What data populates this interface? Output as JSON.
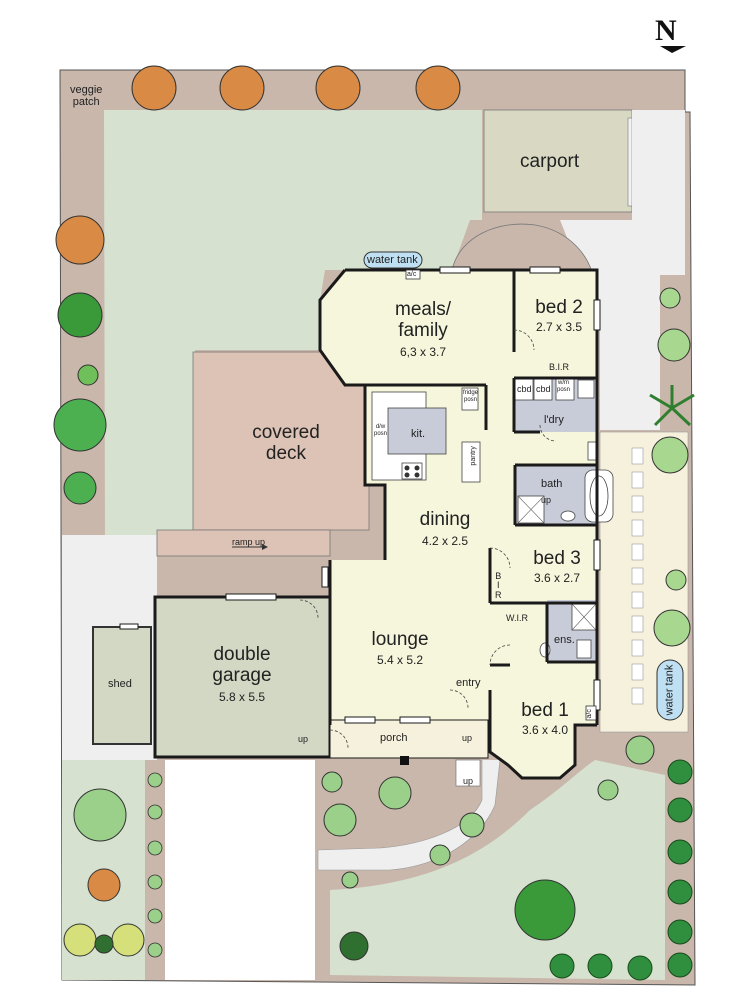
{
  "compass": {
    "north": "N"
  },
  "outdoor": {
    "veggie_patch": "veggie\npatch",
    "carport": "carport",
    "shed": "shed",
    "water_tank_top": "water tank",
    "water_tank_side": "water tank",
    "ramp": "ramp up",
    "ac_top": "a/c",
    "ac_side": "a/c"
  },
  "rooms": {
    "meals": {
      "name": "meals/\nfamily",
      "dims": "6,3 x 3.7"
    },
    "bed2": {
      "name": "bed 2",
      "dims": "2.7 x 3.5"
    },
    "covered_deck": {
      "name": "covered\ndeck"
    },
    "kitchen": {
      "name": "kit."
    },
    "dining": {
      "name": "dining",
      "dims": "4.2 x 2.5"
    },
    "bed3": {
      "name": "bed 3",
      "dims": "3.6 x 2.7"
    },
    "lounge": {
      "name": "lounge",
      "dims": "5.4 x 5.2"
    },
    "garage": {
      "name": "double\ngarage",
      "dims": "5.8 x 5.5"
    },
    "bed1": {
      "name": "bed 1",
      "dims": "3.6 x 4.0"
    },
    "laundry": {
      "name": "l'dry"
    },
    "bath": {
      "name": "bath"
    },
    "ensuite": {
      "name": "ens."
    },
    "entry": {
      "name": "entry"
    },
    "porch": {
      "name": "porch"
    }
  },
  "fixtures": {
    "bir_bed2": "B.I.R",
    "bir_bed3": "B\nI\nR",
    "wir": "W.I.R",
    "cbd1": "cbd",
    "cbd2": "cbd",
    "wm_posn": "w/m\nposn",
    "pantry": "pantry",
    "fridge": "fridge\nposn",
    "dishwasher": "d/w\nposn"
  },
  "steps": {
    "up_garage": "up",
    "up_porch": "up",
    "up_path": "up",
    "up_bath": "up"
  },
  "colors": {
    "border_path": "#c9b7ab",
    "lawn": "#d6e2cf",
    "house_floor": "#f6f6dc",
    "deck": "#dcc3b6",
    "garage": "#d2d8c4",
    "carport": "#d9d9c3",
    "paving": "#efefef",
    "wet_area": "#c8ccd8",
    "side_path": "#f6f1dc",
    "wall": "#1a1a1a"
  }
}
